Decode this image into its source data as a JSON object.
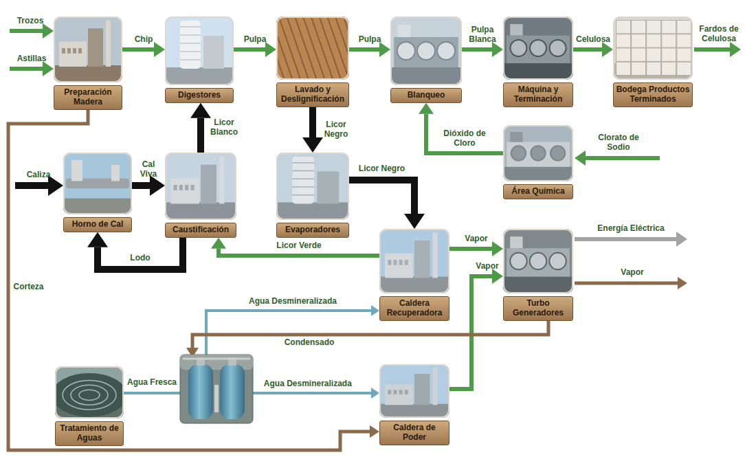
{
  "diagram": {
    "nodes": [
      {
        "text": [
          "Preparación Madera"
        ]
      },
      {
        "text": [
          "Digestores"
        ]
      },
      {
        "text": [
          "Lavado y Deslignificación"
        ]
      },
      {
        "text": [
          "Blanqueo"
        ]
      },
      {
        "text": [
          "Máquina y Terminación"
        ]
      },
      {
        "text": [
          "Bodega Productos Terminados"
        ]
      },
      {
        "text": [
          "Horno de Cal"
        ]
      },
      {
        "text": [
          "Caustificación"
        ]
      },
      {
        "text": [
          "Evaporadores"
        ]
      },
      {
        "text": [
          "Área Química"
        ]
      },
      {
        "text": [
          "Caldera Recuperadora"
        ]
      },
      {
        "text": [
          "Turbo Generadores"
        ]
      },
      {
        "text": [
          "Tratamiento de Aguas"
        ]
      },
      {
        "text": [
          "Caldera de Poder"
        ]
      }
    ],
    "edges": [
      {
        "from": 0,
        "to": 1,
        "label": "Chip",
        "arrow": "to"
      },
      {
        "from": 1,
        "to": 2,
        "label": "Pulpa",
        "arrow": "to"
      },
      {
        "from": 2,
        "to": 3,
        "label": "Pulpa",
        "arrow": "to"
      },
      {
        "from": 3,
        "to": 4,
        "label": "Pulpa Blanca",
        "arrow": "to"
      },
      {
        "from": 4,
        "to": 5,
        "label": "Celulosa",
        "arrow": "to"
      },
      {
        "from": 7,
        "to": 1,
        "label": "Licor Blanco",
        "arrow": "to"
      },
      {
        "from": 2,
        "to": 8,
        "label": "Licor Negro",
        "arrow": "to"
      },
      {
        "from": 8,
        "to": 10,
        "label": "Licor Negro",
        "arrow": "to"
      },
      {
        "from": 6,
        "to": 7,
        "label": "Cal Viva",
        "arrow": "to"
      },
      {
        "from": 7,
        "to": 6,
        "label": "Lodo",
        "arrow": "to"
      },
      {
        "from": 10,
        "to": 7,
        "label": "Licor Verde",
        "arrow": "to"
      },
      {
        "from": 10,
        "to": 11,
        "label": "Vapor",
        "arrow": "to"
      },
      {
        "from": 13,
        "to": 11,
        "label": "Vapor",
        "arrow": "to"
      },
      {
        "from": 9,
        "to": 3,
        "label": "Dióxido de Cloro",
        "arrow": "to"
      },
      {
        "from": 0,
        "to": 13,
        "label": "Corteza",
        "arrow": "to"
      },
      {
        "from": 12,
        "to": 10,
        "label": "Agua Desmineralizada",
        "arrow": "to"
      },
      {
        "from": 12,
        "to": 13,
        "label": "Agua Desmineralizada",
        "arrow": "to"
      }
    ],
    "labels": [
      "Trozos",
      "Astillas",
      "Fardos de Celulosa",
      "Caliza",
      "Clorato de Sodio",
      "Energía Eléctrica",
      "Vapor",
      "Agua Fresca",
      "Condensado"
    ]
  }
}
